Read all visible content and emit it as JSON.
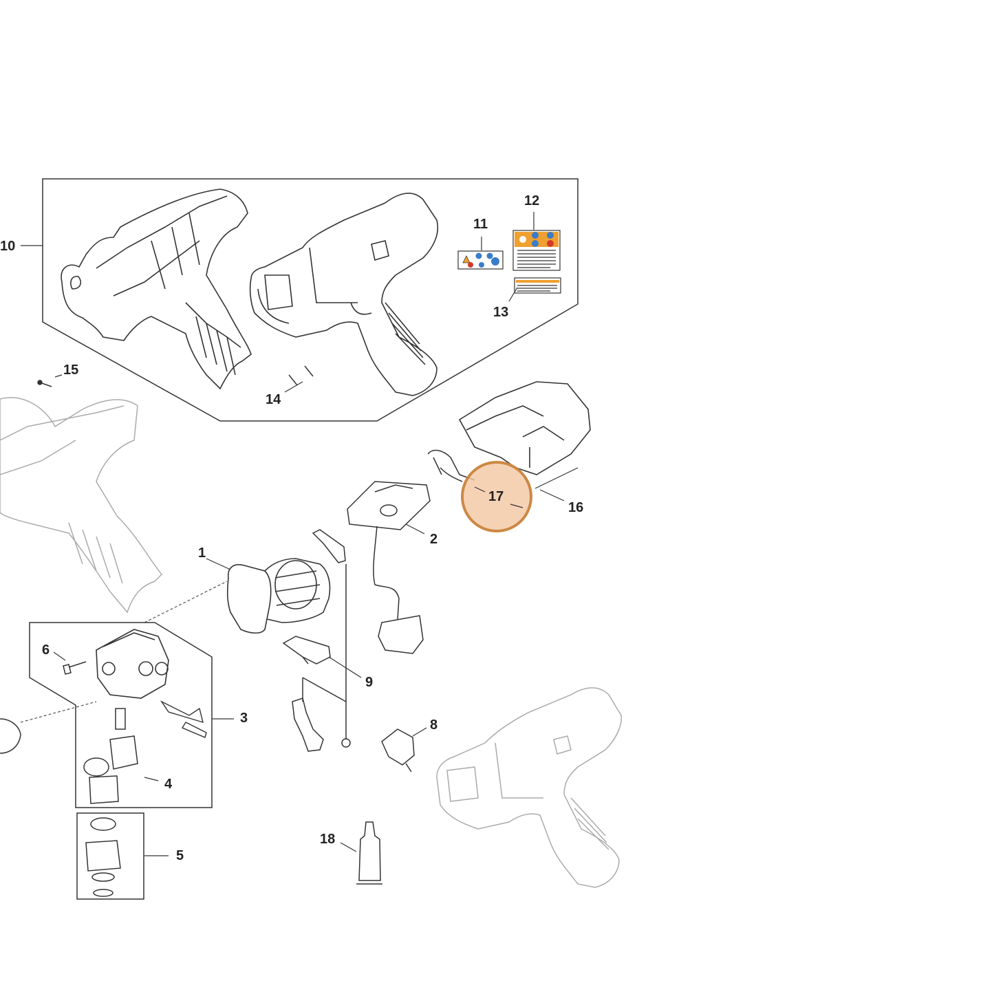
{
  "diagram": {
    "callouts": [
      {
        "id": "1",
        "label": "1"
      },
      {
        "id": "2",
        "label": "2"
      },
      {
        "id": "3",
        "label": "3"
      },
      {
        "id": "4",
        "label": "4"
      },
      {
        "id": "5",
        "label": "5"
      },
      {
        "id": "6",
        "label": "6"
      },
      {
        "id": "8",
        "label": "8"
      },
      {
        "id": "9",
        "label": "9"
      },
      {
        "id": "10",
        "label": "10"
      },
      {
        "id": "11",
        "label": "11"
      },
      {
        "id": "12",
        "label": "12"
      },
      {
        "id": "13",
        "label": "13"
      },
      {
        "id": "14",
        "label": "14"
      },
      {
        "id": "15",
        "label": "15"
      },
      {
        "id": "16",
        "label": "16"
      },
      {
        "id": "17",
        "label": "17"
      },
      {
        "id": "18",
        "label": "18"
      }
    ],
    "highlighted_part": "17",
    "colors": {
      "line": "#333333",
      "faded_line": "#aaaaaa",
      "highlight_fill": "#f4c7a2",
      "highlight_stroke": "#cc8844",
      "label_orange": "#f0a030",
      "label_blue": "#3a7cc8",
      "label_red": "#d23a2a"
    }
  }
}
